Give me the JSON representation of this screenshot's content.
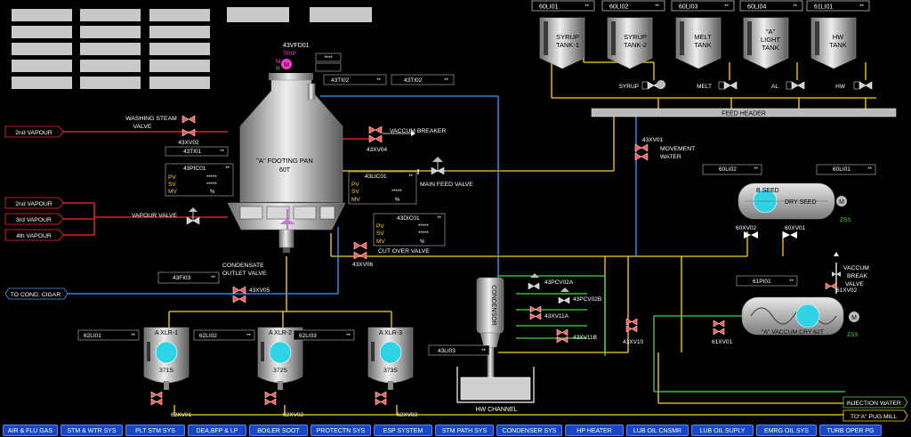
{
  "header_readouts": [
    {
      "tag": "60LI01",
      "value": "**"
    },
    {
      "tag": "60LI02",
      "value": "**"
    },
    {
      "tag": "60LI03",
      "value": "**"
    },
    {
      "tag": "60LI04",
      "value": "**"
    },
    {
      "tag": "61LI01",
      "value": "**"
    }
  ],
  "tanks": [
    {
      "label_1": "SYRUP",
      "label_2": "TANK-1"
    },
    {
      "label_1": "SYRUP",
      "label_2": "TANK-2"
    },
    {
      "label_1": "MELT",
      "label_2": "TANK"
    },
    {
      "label_1": "\"A\"",
      "label_2": "LIGHT",
      "label_3": "TANK"
    },
    {
      "label_1": "HW",
      "label_2": "TANK"
    }
  ],
  "tank_valves": [
    "SYRUP",
    "MELT",
    "AL",
    "HW"
  ],
  "feed_header": "FEED HEADER",
  "pan": {
    "vfd_tag": "43VFD01",
    "trip": "TRIP",
    "m_label": "M",
    "r_label": "R",
    "vfd_value": "****",
    "title": "\"A\" FOOTING PAN",
    "capacity": "60T",
    "ti02": {
      "tag": "43TI02",
      "value": "**"
    },
    "ti02b": {
      "tag": "43TI02",
      "value": "**"
    }
  },
  "washing_steam": {
    "line1": "WASHING STEAM",
    "line2": "VALVE",
    "tag": "43XV02"
  },
  "vaccum_breaker": {
    "label": "VACCUM BREAKER",
    "tag": "43XV04"
  },
  "main_feed_valve": "MAIN FEED VALVE",
  "vapour_lines": [
    "2nd VAPOUR",
    "2nd VAPOUR",
    "3rd VAPOUR",
    "4th VAPOUR"
  ],
  "vapour_valve": "VAPOUR VALVE",
  "pv_label": "PV",
  "sv_label": "SV",
  "mv_label": "MV",
  "stars": "*****",
  "percent": "%",
  "ti01": {
    "tag": "43TI01",
    "value": "**"
  },
  "pic01": {
    "tag": "43PIC01",
    "value": "**"
  },
  "lic01": {
    "tag": "43LIC01",
    "value": "**"
  },
  "dic01": {
    "tag": "43DIC01",
    "value": "**"
  },
  "cut_over": {
    "label": "CUT OVER VALVE",
    "tag": "43XV06"
  },
  "condensate": {
    "line1": "CONDENSATE",
    "line2": "OUTLET VALVE",
    "tag": "43XV05"
  },
  "cond_cigar": "TO COND. CIGAR",
  "fi03": {
    "tag": "43FI03",
    "value": "**"
  },
  "movement_water": {
    "tag": "43XV01",
    "line1": "MOVEMENT",
    "line2": "WATER"
  },
  "seed_tank": {
    "left": "B SEED",
    "right": "DRY SEED",
    "zss": "ZSS",
    "li02": {
      "tag": "60LI02",
      "value": "**"
    },
    "li01": {
      "tag": "60LI01",
      "value": "**"
    },
    "xv02": "60XV02",
    "xv01": "60XV01"
  },
  "vaccum_cry": {
    "label": "\"A\" VACCUM CRY 62T",
    "zss": "ZSS",
    "pi01": {
      "tag": "61PI01",
      "value": "**"
    },
    "break_valve": [
      "VACCUM",
      "BREAK",
      "VALVE"
    ],
    "xv02": "61XV02",
    "xv01": "61XV01"
  },
  "condensor": {
    "label": "CONDENSOR",
    "pcv02a": "43PCV02A",
    "pcv02b": "43PCV02B",
    "xv11a": "43XV11A",
    "xv11b": "43XV11B",
    "xv10": "43XV10",
    "li03": {
      "tag": "43LI03",
      "value": "**"
    },
    "hw_channel": "HW CHANNEL"
  },
  "crystallizers": [
    {
      "name": "A XLR-1",
      "capacity": "371S",
      "li_tag": "62LI01",
      "li_value": "**",
      "valve": "62XV01"
    },
    {
      "name": "A XLR-2",
      "capacity": "372S",
      "li_tag": "62LI02",
      "li_value": "**",
      "valve": "62XV02"
    },
    {
      "name": "A XLR-3",
      "capacity": "373S",
      "li_tag": "62LI03",
      "li_value": "**",
      "valve": "62XV03"
    }
  ],
  "injection_water": "INJECTION WATER",
  "pug_mill": "TO\"A\" PUG MILL",
  "m_icon": "M",
  "bottom_nav": [
    "AIR & FLU GAS",
    "STM & WTR SYS",
    "PLT STM SYS",
    "DEA,BFP & LP",
    "BOILER SOOT",
    "PROTECTN SYS",
    "ESP SYSTEM",
    "STM PATH SYS",
    "CONDENSER SYS",
    "HP HEATER",
    "LUB OIL CNSMR",
    "LUB OIL SUPLY",
    "EMRG OIL SYS",
    "TURB OPER PG"
  ],
  "colors": {
    "pipe_yellow": "#ffd21e",
    "pipe_red": "#ff2a2a",
    "pipe_blue": "#3aa0ff",
    "pipe_green": "#4ed84e",
    "nav_blue": "#1747c7",
    "vessel_cyan": "#2ed3e6"
  }
}
